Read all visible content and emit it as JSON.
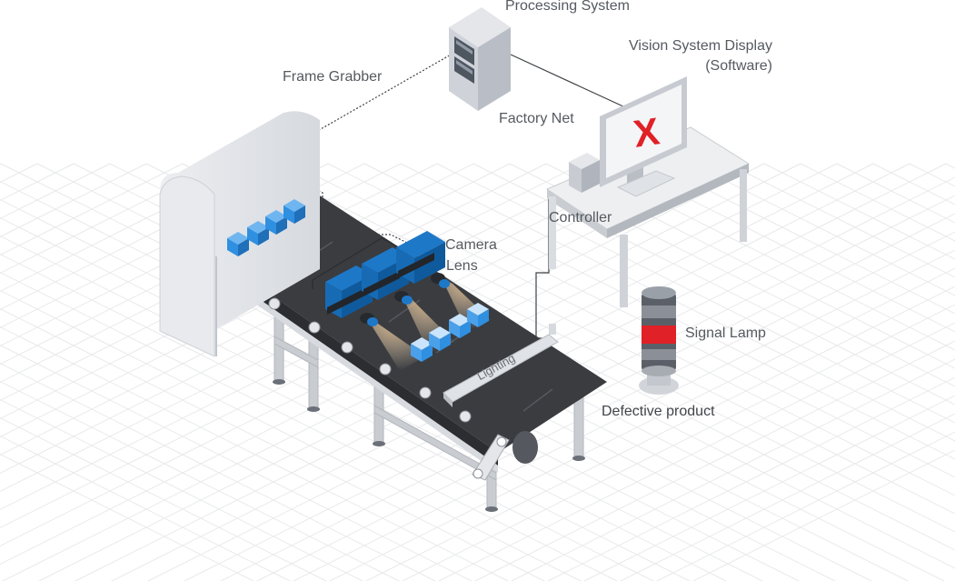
{
  "labels": {
    "processing_system": "Processing System",
    "vision_display_line1": "Vision System Display",
    "vision_display_line2": "(Software)",
    "frame_grabber": "Frame Grabber",
    "factory_net": "Factory Net",
    "controller": "Controller",
    "camera": "Camera",
    "lens": "Lens",
    "signal_lamp": "Signal Lamp",
    "defective_product": "Defective product",
    "lighting": "Lighting",
    "display_mark": "X"
  },
  "icons": [
    "server-icon",
    "monitor-icon",
    "controller-box-icon",
    "camera-icon",
    "signal-lamp-icon",
    "conveyor-icon",
    "product-box-icon"
  ],
  "colors": {
    "accent_blue": "#2f8fe0",
    "defect_red": "#e02127",
    "belt": "#3a3c40",
    "light_beam": "#f3d3a3"
  }
}
